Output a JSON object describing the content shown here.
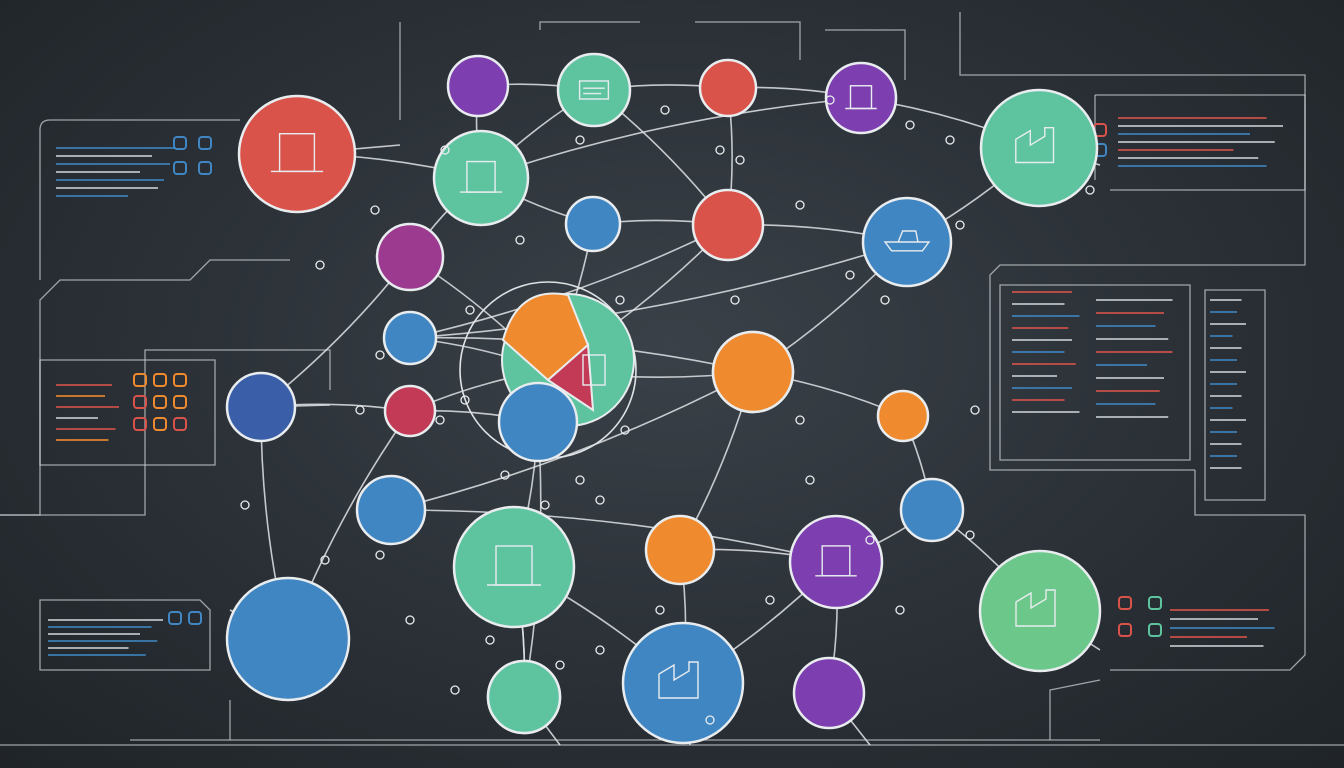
{
  "colors": {
    "background": "#2a3036",
    "red": "#d9534a",
    "teal": "#5ec4a0",
    "blue": "#3f86c2",
    "purple": "#7d3fb0",
    "magenta": "#9b3a8f",
    "orange": "#ef8a2e",
    "crimson": "#c23a55",
    "green": "#6cc88a",
    "navy": "#3a5fa8"
  },
  "nodes": [
    {
      "id": "n1",
      "color": "red",
      "icon": "building-icon",
      "label": ""
    },
    {
      "id": "n2",
      "color": "purple",
      "icon": "",
      "label": ""
    },
    {
      "id": "n3",
      "color": "teal",
      "icon": "document-icon",
      "label": ""
    },
    {
      "id": "n4",
      "color": "red",
      "icon": "",
      "label": ""
    },
    {
      "id": "n5",
      "color": "purple",
      "icon": "building-icon",
      "label": ""
    },
    {
      "id": "n6",
      "color": "teal",
      "icon": "building-icon",
      "label": ""
    },
    {
      "id": "n7",
      "color": "teal",
      "icon": "factory-icon",
      "label": ""
    },
    {
      "id": "n8",
      "color": "blue",
      "icon": "",
      "label": ""
    },
    {
      "id": "n9",
      "color": "red",
      "icon": "",
      "label": ""
    },
    {
      "id": "n10",
      "color": "blue",
      "icon": "ship-icon",
      "label": ""
    },
    {
      "id": "n11",
      "color": "magenta",
      "icon": "",
      "label": ""
    },
    {
      "id": "n12",
      "color": "blue",
      "icon": "",
      "label": ""
    },
    {
      "id": "n13",
      "color": "navy",
      "icon": "",
      "label": ""
    },
    {
      "id": "n14",
      "color": "crimson",
      "icon": "",
      "label": ""
    },
    {
      "id": "n15",
      "color": "orange",
      "icon": "",
      "label": ""
    },
    {
      "id": "n16",
      "color": "blue",
      "icon": "",
      "label": ""
    },
    {
      "id": "n17",
      "color": "orange",
      "icon": "",
      "label": ""
    },
    {
      "id": "n18",
      "color": "blue",
      "icon": "",
      "label": ""
    },
    {
      "id": "n19",
      "color": "orange",
      "icon": "",
      "label": ""
    },
    {
      "id": "n20",
      "color": "blue",
      "icon": "",
      "label": ""
    },
    {
      "id": "n21",
      "color": "teal",
      "icon": "building-icon",
      "label": ""
    },
    {
      "id": "n22",
      "color": "orange",
      "icon": "",
      "label": ""
    },
    {
      "id": "n23",
      "color": "purple",
      "icon": "building-icon",
      "label": ""
    },
    {
      "id": "n24",
      "color": "blue",
      "icon": "",
      "label": ""
    },
    {
      "id": "n25",
      "color": "teal",
      "icon": "document-icon",
      "label": ""
    },
    {
      "id": "n26",
      "color": "green",
      "icon": "factory-icon",
      "label": ""
    },
    {
      "id": "n27",
      "color": "teal",
      "icon": "",
      "label": ""
    },
    {
      "id": "n28",
      "color": "blue",
      "icon": "factory-icon",
      "label": ""
    },
    {
      "id": "n29",
      "color": "purple",
      "icon": "",
      "label": ""
    }
  ],
  "hub": {
    "colors": [
      "orange",
      "teal",
      "blue",
      "crimson"
    ],
    "label": ""
  },
  "edges": [
    [
      "n1",
      "n6"
    ],
    [
      "n6",
      "n2"
    ],
    [
      "n6",
      "n3"
    ],
    [
      "n6",
      "n5"
    ],
    [
      "n2",
      "n3"
    ],
    [
      "n3",
      "n4"
    ],
    [
      "n4",
      "n5"
    ],
    [
      "n5",
      "n7"
    ],
    [
      "n7",
      "n10"
    ],
    [
      "n3",
      "n9"
    ],
    [
      "n4",
      "n9"
    ],
    [
      "n8",
      "n6"
    ],
    [
      "n8",
      "n9"
    ],
    [
      "n9",
      "n10"
    ],
    [
      "n9",
      "n12"
    ],
    [
      "n10",
      "n12"
    ],
    [
      "n11",
      "n6"
    ],
    [
      "n11",
      "n13"
    ],
    [
      "n11",
      "hub"
    ],
    [
      "n12",
      "hub"
    ],
    [
      "n12",
      "n15"
    ],
    [
      "n13",
      "n14"
    ],
    [
      "n14",
      "hub"
    ],
    [
      "n14",
      "n16"
    ],
    [
      "n15",
      "hub"
    ],
    [
      "n15",
      "n17"
    ],
    [
      "n15",
      "n19"
    ],
    [
      "n16",
      "hub"
    ],
    [
      "n17",
      "n18"
    ],
    [
      "n17",
      "n22"
    ],
    [
      "n16",
      "n21"
    ],
    [
      "n16",
      "n25"
    ],
    [
      "n18",
      "n23"
    ],
    [
      "n19",
      "n20"
    ],
    [
      "n20",
      "n23"
    ],
    [
      "n20",
      "n26"
    ],
    [
      "n21",
      "n25"
    ],
    [
      "n21",
      "n27"
    ],
    [
      "n21",
      "n28"
    ],
    [
      "n22",
      "n23"
    ],
    [
      "n22",
      "n28"
    ],
    [
      "n23",
      "n28"
    ],
    [
      "n23",
      "n29"
    ],
    [
      "n24",
      "n13"
    ],
    [
      "n24",
      "n14"
    ],
    [
      "n8",
      "hub"
    ],
    [
      "n9",
      "hub"
    ],
    [
      "n10",
      "n15"
    ]
  ]
}
